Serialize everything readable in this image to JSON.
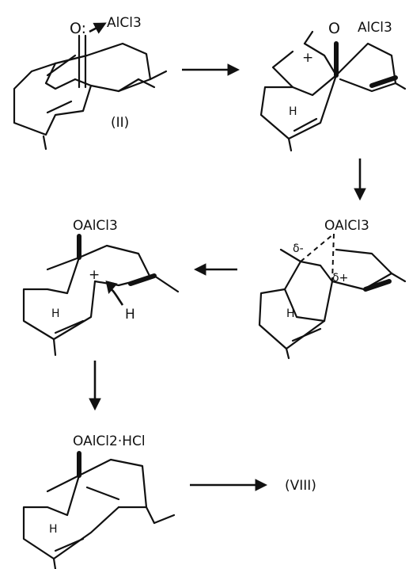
{
  "structures": [
    {
      "id": "s1",
      "label": "(II)",
      "reagent": "O:",
      "arrow_to": "AlCl3"
    },
    {
      "id": "s2",
      "oxygen": "O",
      "reagent": "AlCl3",
      "charge": "+"
    },
    {
      "id": "s3",
      "reagent": "OAlCl3",
      "delta_minus": "δ-",
      "delta_plus": "δ+",
      "h_label": "H"
    },
    {
      "id": "s4",
      "reagent": "OAlCl3",
      "charge": "+",
      "h_label": "H",
      "h_label2": "H"
    },
    {
      "id": "s5",
      "reagent": "OAlCl2·HCl",
      "h_label": "H"
    }
  ],
  "product_label": "(VIII)",
  "labels": {
    "s1_o": "O:",
    "s1_al": "AlCl3",
    "s1_id": "(II)",
    "s2_o": "O",
    "s2_al": "AlCl3",
    "s2_plus": "+",
    "s2_h": "H",
    "s3_o": "OAlCl3",
    "s3_dm": "δ-",
    "s3_dp": "δ+",
    "s3_h": "H",
    "s4_o": "OAlCl3",
    "s4_plus": "+",
    "s4_h": "H",
    "s4_h2": "H",
    "s5_o": "OAlCl2·HCl",
    "s5_h": "H",
    "product": "(VIII)"
  }
}
